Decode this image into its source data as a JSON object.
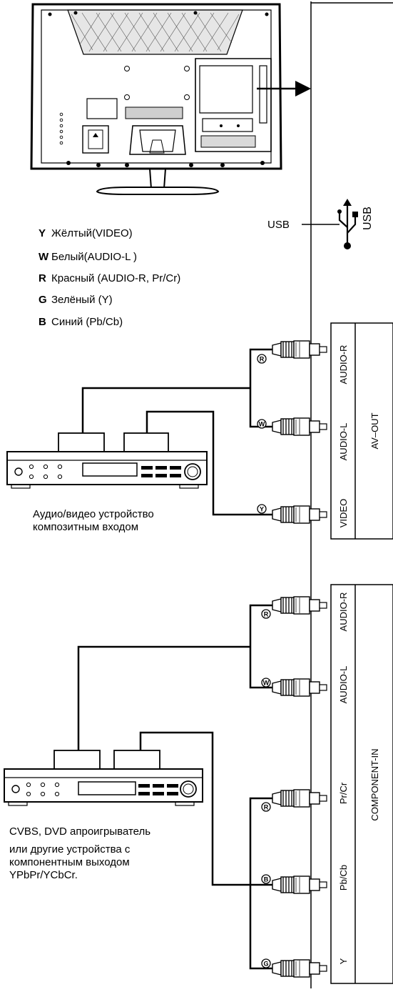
{
  "usb": {
    "label": "USB",
    "port_label": "USB"
  },
  "legend": [
    {
      "letter": "Y",
      "text": "Жёлтый(VIDEO)"
    },
    {
      "letter": "W",
      "text": "Белый(AUDIO-L )"
    },
    {
      "letter": "R",
      "text": "Красный (AUDIO-R, Pr/Cr)"
    },
    {
      "letter": "G",
      "text": "Зелёный (Y)"
    },
    {
      "letter": "B",
      "text": "Синий (Pb/Cb)"
    }
  ],
  "av_out": {
    "group_label": "AV–OUT",
    "ports": [
      "AUDIO-R",
      "AUDIO-L",
      "VIDEO"
    ],
    "device_caption": [
      "Аудио/видео устройство",
      "композитным входом"
    ]
  },
  "component_in": {
    "group_label": "COMPONENT-IN",
    "ports": [
      "AUDIO-R",
      "AUDIO-L",
      "Pr/Cr",
      "Pb/Cb",
      "Y"
    ],
    "device_caption": [
      "CVBS, DVD апроигрыватель",
      "или другие устройства с",
      "компонентным выходом",
      "YPbPr/YCbCr."
    ]
  },
  "plug_tags": {
    "av_r": "R",
    "av_w": "W",
    "av_y": "Y",
    "c_r1": "R",
    "c_w": "W",
    "c_r2": "R",
    "c_b": "B",
    "c_g": "G"
  }
}
